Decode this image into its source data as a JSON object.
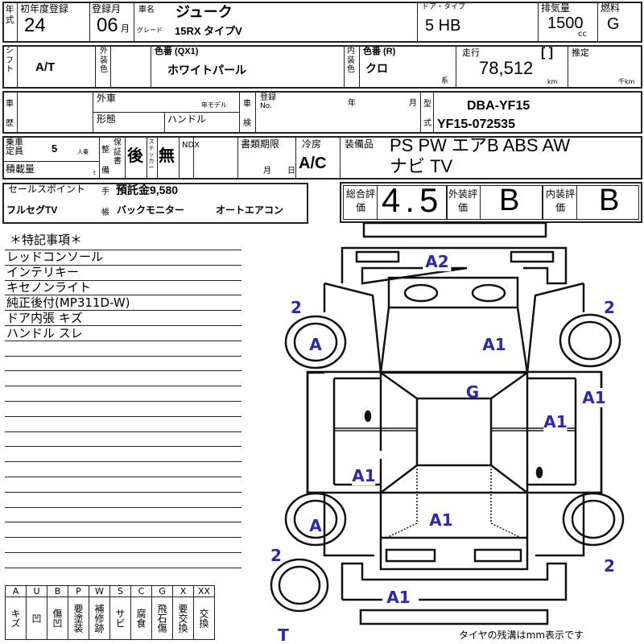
{
  "header": {
    "year_label": "年式",
    "first_reg_label": "初年度登録",
    "first_reg_value": "24",
    "reg_month_label": "登録月",
    "reg_month_value": "06",
    "month_unit": "月",
    "car_name_label": "車名",
    "car_name_value": "ジューク",
    "grade_label": "グレード",
    "grade_value": "15RX タイプV",
    "door_type_label": "ドア・タイプ",
    "door_type_value": "5 HB",
    "displacement_label": "排気量",
    "displacement_value": "1500",
    "displacement_unit": "cc",
    "fuel_label": "燃料",
    "fuel_value": "G"
  },
  "row2": {
    "shift_label": "シフト",
    "shift_value": "A/T",
    "exterior_color_label": "外装色",
    "color_code_label": "色番 (QX1)",
    "exterior_color_value": "ホワイトパール",
    "interior_color_label": "内装色",
    "interior_code_label": "色番 (R)",
    "interior_color_value": "クロ",
    "interior_suffix": "系",
    "mileage_label": "走行",
    "mileage_bracket": "[ ]",
    "mileage_value": "78,512",
    "mileage_unit": "km",
    "estimated_label": "推定",
    "estimated_unit": "千km"
  },
  "row3": {
    "history_label": "車歴",
    "import_label": "外車",
    "model_year_label": "年モデル",
    "body_label": "形態",
    "handle_label": "ハンドル",
    "inspection_label": "車検",
    "reg_no_label": "登録",
    "reg_no_sub": "No.",
    "year_label": "年",
    "month_label": "月",
    "model_label": "型式",
    "model_code": "DBA-YF15",
    "chassis_no": "YF15-072535"
  },
  "row4": {
    "capacity_label": "乗車定員",
    "capacity_value": "5",
    "capacity_unit": "人乗",
    "load_label": "積載量",
    "load_unit": "t",
    "maint_label": "整備手帳",
    "warranty_label": "保証書",
    "warranty_value": "後",
    "sticker_label": "ステッカー",
    "sticker_value": "無",
    "ndx_label": "NDX",
    "docs_label": "書類期限",
    "docs_month": "月",
    "docs_day": "日",
    "ac_label": "冷房",
    "ac_value": "A/C",
    "equipment_label": "装備品",
    "equipment_line1": "PS PW エアB ABS AW",
    "equipment_line2": "ナビ TV"
  },
  "sales": {
    "label": "セールスポイント",
    "recycle": "預託金9,580",
    "items": [
      "フルセグTV",
      "バックモニター",
      "オートエアコン"
    ]
  },
  "grades": {
    "overall_label": "総合評価",
    "overall_value": "4.5",
    "exterior_label": "外装評価",
    "exterior_value": "B",
    "interior_label": "内装評価",
    "interior_value": "B"
  },
  "notes": {
    "title": "＊特記事項＊",
    "lines": [
      "レッドコンソール",
      "インテリキー",
      "キセノンライト",
      "純正後付(MP311D-W)",
      "ドア内張 キズ",
      "ハンドル スレ"
    ]
  },
  "legend": [
    {
      "k": "A",
      "m": "キズ"
    },
    {
      "k": "U",
      "m": "凹"
    },
    {
      "k": "B",
      "m": "傷凹"
    },
    {
      "k": "P",
      "m": "要塗装"
    },
    {
      "k": "W",
      "m": "補修跡"
    },
    {
      "k": "S",
      "m": "サビ"
    },
    {
      "k": "C",
      "m": "腐食"
    },
    {
      "k": "G",
      "m": "飛石傷"
    },
    {
      "k": "X",
      "m": "要交換"
    },
    {
      "k": "XX",
      "m": "交換"
    }
  ],
  "diagram": {
    "marks": {
      "front_bumper": "A2",
      "tire_fl": "2",
      "wheel_fl": "A",
      "tire_fr": "2",
      "hood": "A1",
      "windshield": "G",
      "front_right_fender": "A1",
      "right_front_door": "A1",
      "left_rear_door": "A1",
      "wheel_rl": "A",
      "trunk": "A1",
      "tire_rl": "2",
      "tire_rr": "2",
      "rear_bumper": "A1",
      "spare_label": "T"
    },
    "note": "タイヤの残溝はmm表示です",
    "mark_color": "#2a2aad"
  }
}
